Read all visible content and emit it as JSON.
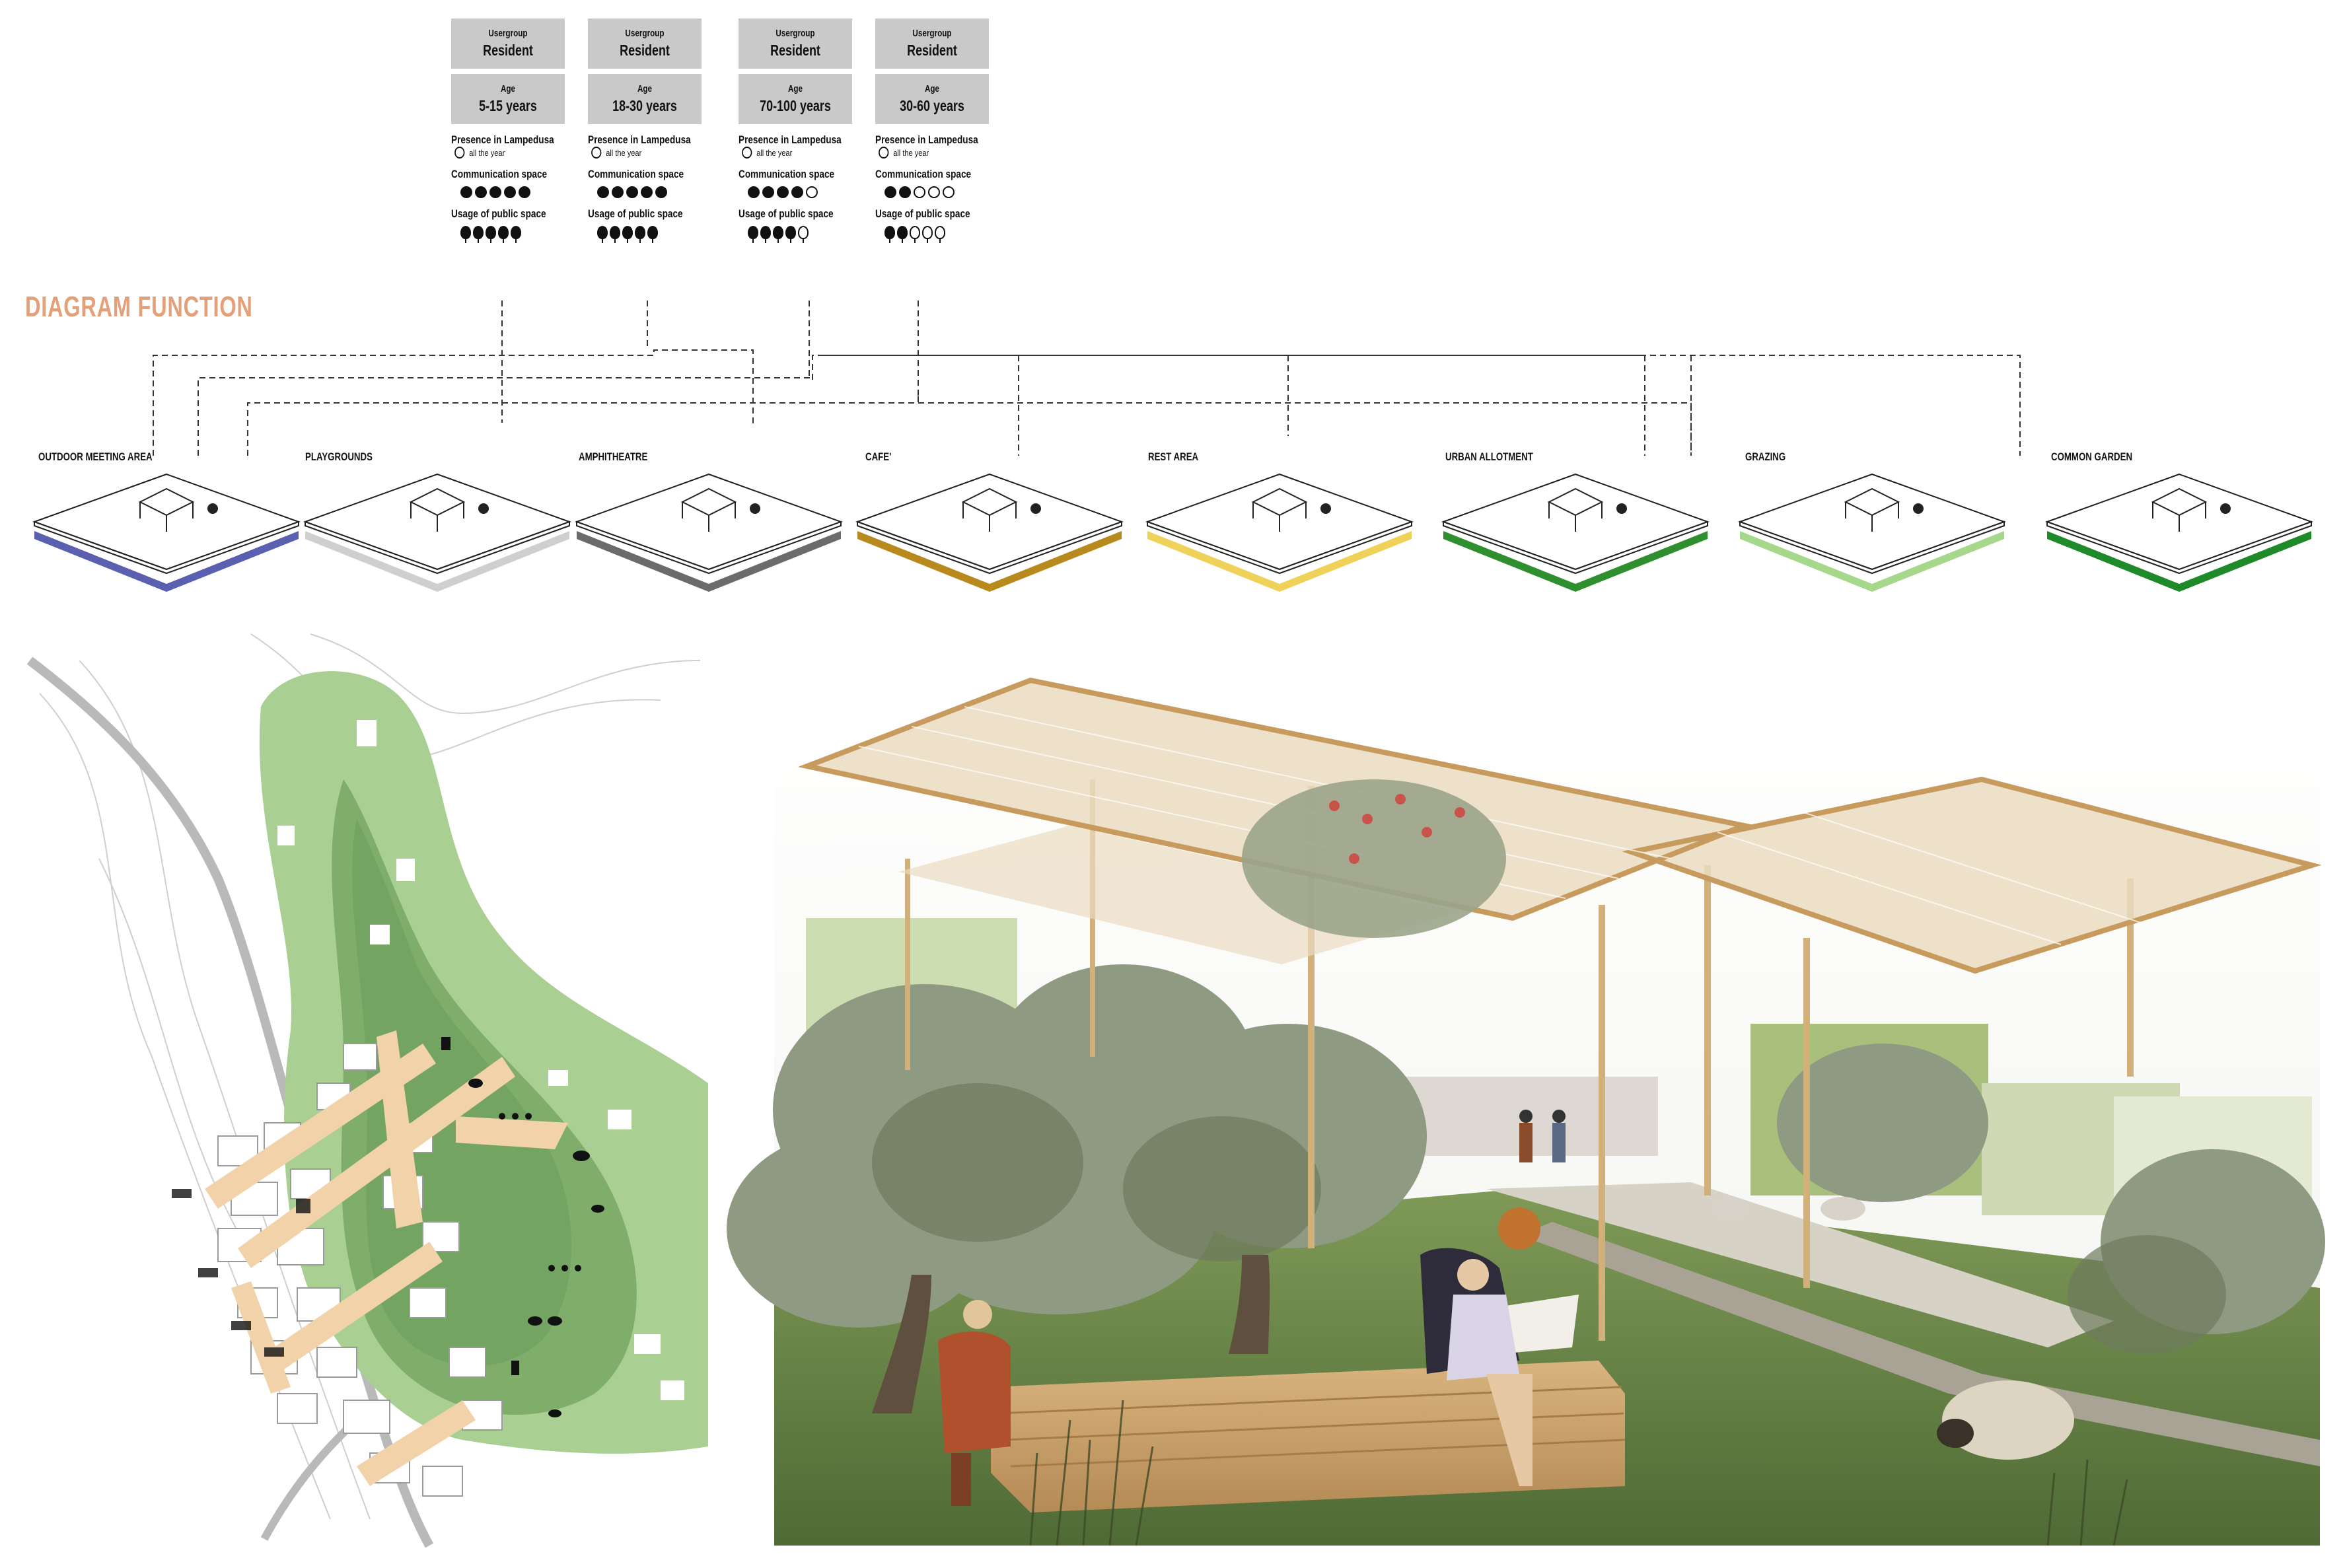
{
  "user_groups": [
    {
      "usergroup_label": "Usergroup",
      "usergroup": "Resident",
      "age_label": "Age",
      "age": "5-15 years",
      "presence_label": "Presence in Lampedusa",
      "presence_value": "all the year",
      "communication_label": "Communication space",
      "communication_level": 5,
      "usage_label": "Usage of public space",
      "usage_level": 5
    },
    {
      "usergroup_label": "Usergroup",
      "usergroup": "Resident",
      "age_label": "Age",
      "age": "18-30 years",
      "presence_label": "Presence in Lampedusa",
      "presence_value": "all the year",
      "communication_label": "Communication space",
      "communication_level": 5,
      "usage_label": "Usage of public space",
      "usage_level": 5
    },
    {
      "usergroup_label": "Usergroup",
      "usergroup": "Resident",
      "age_label": "Age",
      "age": "70-100 years",
      "presence_label": "Presence in Lampedusa",
      "presence_value": "all the year",
      "communication_label": "Communication space",
      "communication_level": 4,
      "usage_label": "Usage of public space",
      "usage_level": 4
    },
    {
      "usergroup_label": "Usergroup",
      "usergroup": "Resident",
      "age_label": "Age",
      "age": "30-60 years",
      "presence_label": "Presence in Lampedusa",
      "presence_value": "all the year",
      "communication_label": "Communication space",
      "communication_level": 2,
      "usage_label": "Usage of public space",
      "usage_level": 2
    }
  ],
  "diagram_title": "DIAGRAM FUNCTION",
  "functions": [
    {
      "label": "OUTDOOR MEETING AREA",
      "color": "#5a5fb0"
    },
    {
      "label": "PLAYGROUNDS",
      "color": "#cfcfcf"
    },
    {
      "label": "AMPHITHEATRE",
      "color": "#6b6b6b"
    },
    {
      "label": "CAFE'",
      "color": "#b88a1e"
    },
    {
      "label": "REST AREA",
      "color": "#f0d25a"
    },
    {
      "label": "URBAN ALLOTMENT",
      "color": "#2f8f2f"
    },
    {
      "label": "GRAZING",
      "color": "#a6d88b"
    },
    {
      "label": "COMMON GARDEN",
      "color": "#1f8a2a"
    }
  ],
  "colors": {
    "map_green_light": "#a9cf92",
    "map_green_dark": "#7fae6b",
    "path_peach": "#f2d2a8",
    "title_orange": "#e3a079"
  }
}
